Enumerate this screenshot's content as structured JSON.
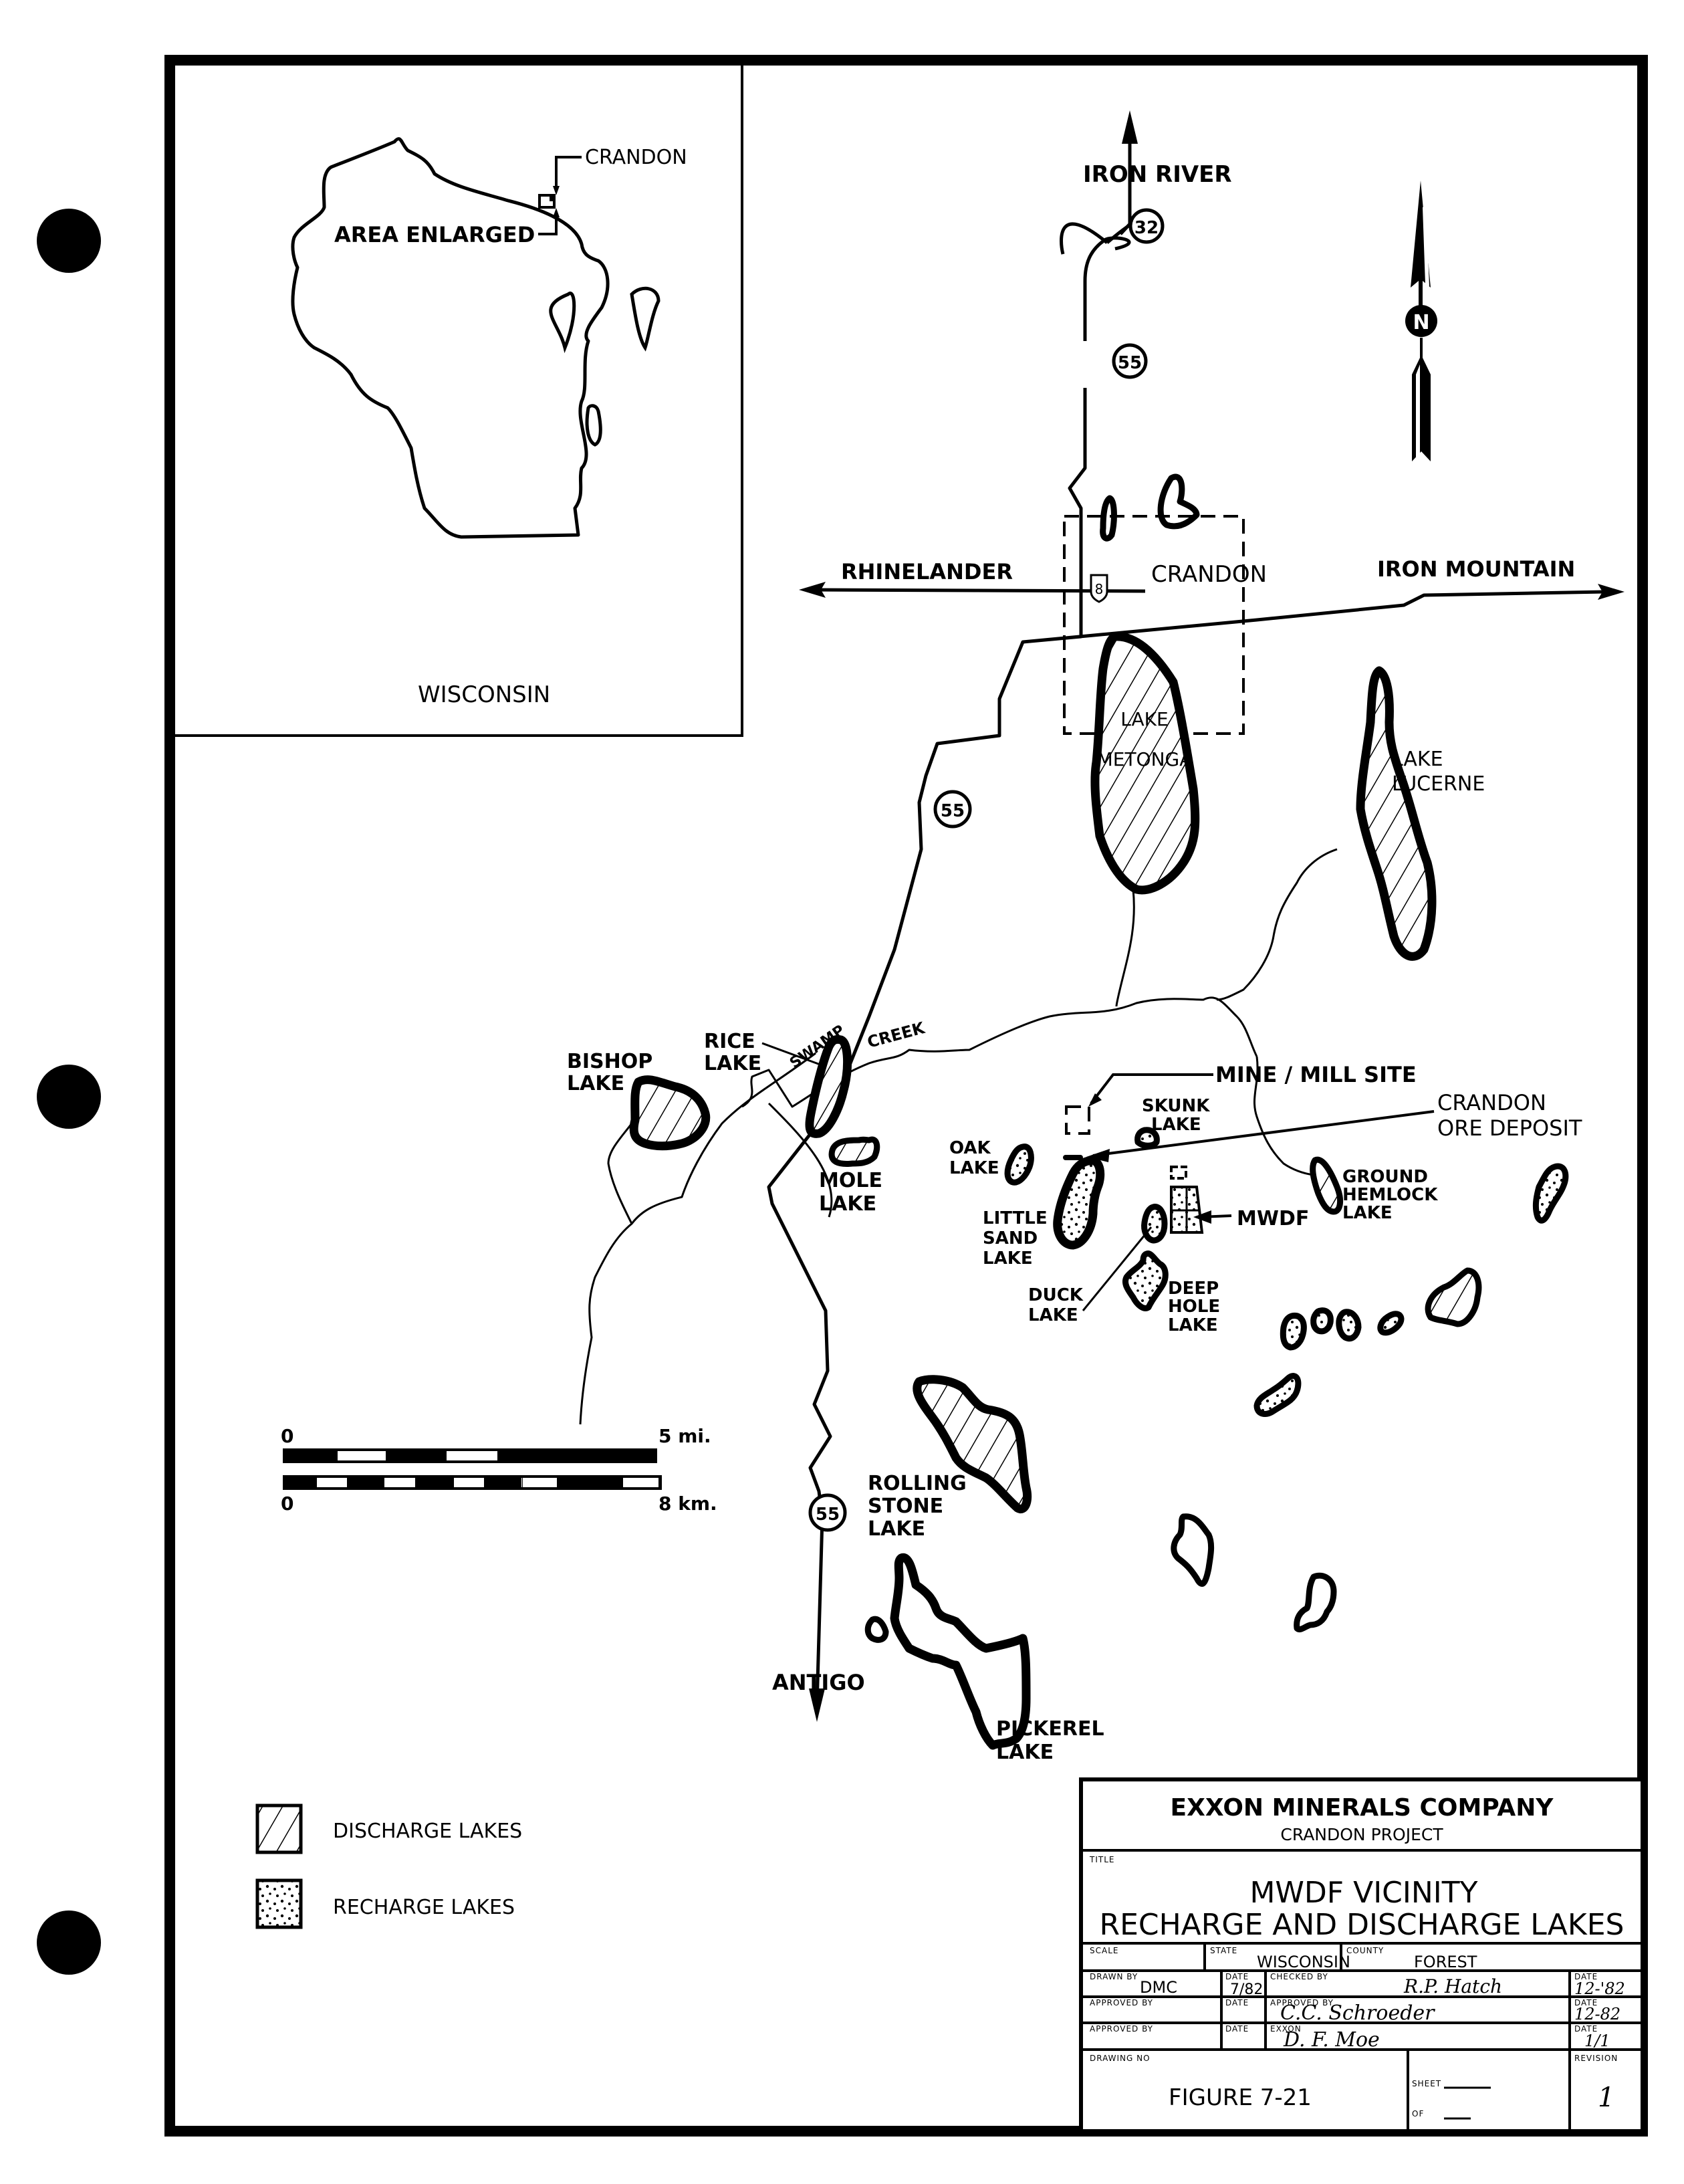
{
  "inset": {
    "state_label": "WISCONSIN",
    "crandon_label": "CRANDON",
    "area_label": "AREA ENLARGED"
  },
  "cities": {
    "iron_river": "IRON RIVER",
    "rhinelander": "RHINELANDER",
    "crandon": "CRANDON",
    "iron_mountain": "IRON MOUNTAIN",
    "antigo": "ANTIGO"
  },
  "highways": {
    "hwy32": "32",
    "hwy55_north": "55",
    "hwy55_mid": "55",
    "hwy55_south": "55",
    "us8": "8"
  },
  "compass": {
    "label": "N"
  },
  "stream_labels": {
    "swamp": "SWAMP",
    "creek": "CREEK"
  },
  "lakes": {
    "metonga": [
      "LAKE",
      "METONGA"
    ],
    "lucerne": [
      "LAKE",
      "LUCERNE"
    ],
    "rice": [
      "RICE",
      "LAKE"
    ],
    "bishop": [
      "BISHOP",
      "LAKE"
    ],
    "mole": [
      "MOLE",
      "LAKE"
    ],
    "oak": [
      "OAK",
      "LAKE"
    ],
    "little_sand": [
      "LITTLE",
      "SAND",
      "LAKE"
    ],
    "duck": [
      "DUCK",
      "LAKE"
    ],
    "deep_hole": [
      "DEEP",
      "HOLE",
      "LAKE"
    ],
    "skunk": [
      "SKUNK",
      "LAKE"
    ],
    "ground_hemlock": [
      "GROUND",
      "HEMLOCK",
      "LAKE"
    ],
    "rolling_stone": [
      "ROLLING",
      "STONE",
      "LAKE"
    ],
    "pickerel": [
      "PICKEREL",
      "LAKE"
    ]
  },
  "features": {
    "mine_mill": "MINE / MILL SITE",
    "ore_deposit": [
      "CRANDON",
      "ORE DEPOSIT"
    ],
    "mwdf": "MWDF"
  },
  "scale_bar": {
    "miles_start": "0",
    "miles_end": "5 mi.",
    "km_start": "0",
    "km_end": "8 km."
  },
  "legend": {
    "items": [
      {
        "pattern": "hatched",
        "label": "DISCHARGE LAKES"
      },
      {
        "pattern": "stippled",
        "label": "RECHARGE LAKES"
      }
    ]
  },
  "title_block": {
    "company": "EXXON MINERALS COMPANY",
    "project": "CRANDON PROJECT",
    "title_field": "TITLE",
    "title_line1": "MWDF VICINITY",
    "title_line2": "RECHARGE AND DISCHARGE LAKES",
    "scale_field": "SCALE",
    "scale_value": "",
    "state_field": "STATE",
    "state_value": "WISCONSIN",
    "county_field": "COUNTY",
    "county_value": "FOREST",
    "drawn_by_field": "DRAWN BY",
    "drawn_by_value": "DMC",
    "date_field": "DATE",
    "drawn_date": "7/82",
    "checked_by_field": "CHECKED BY",
    "checked_by_value": "R.P. Hatch",
    "checked_date": "12-'82",
    "approved_by_field": "APPROVED BY",
    "approved_by_1_value": "",
    "approved_date_1": "",
    "approved_by_2_value": "C.C. Schroeder",
    "approved_date_2": "12-82",
    "approved_by_3_value": "",
    "approved_date_3": "",
    "exxon_field": "EXXON",
    "exxon_value": "D. F. Moe",
    "exxon_date": "1/1",
    "drawing_no_field": "DRAWING NO",
    "drawing_no_value": "FIGURE 7-21",
    "sheet_field": "SHEET",
    "sheet_value": "",
    "of_field": "OF",
    "of_value": "",
    "revision_field": "REVISION",
    "revision_value": "1"
  }
}
